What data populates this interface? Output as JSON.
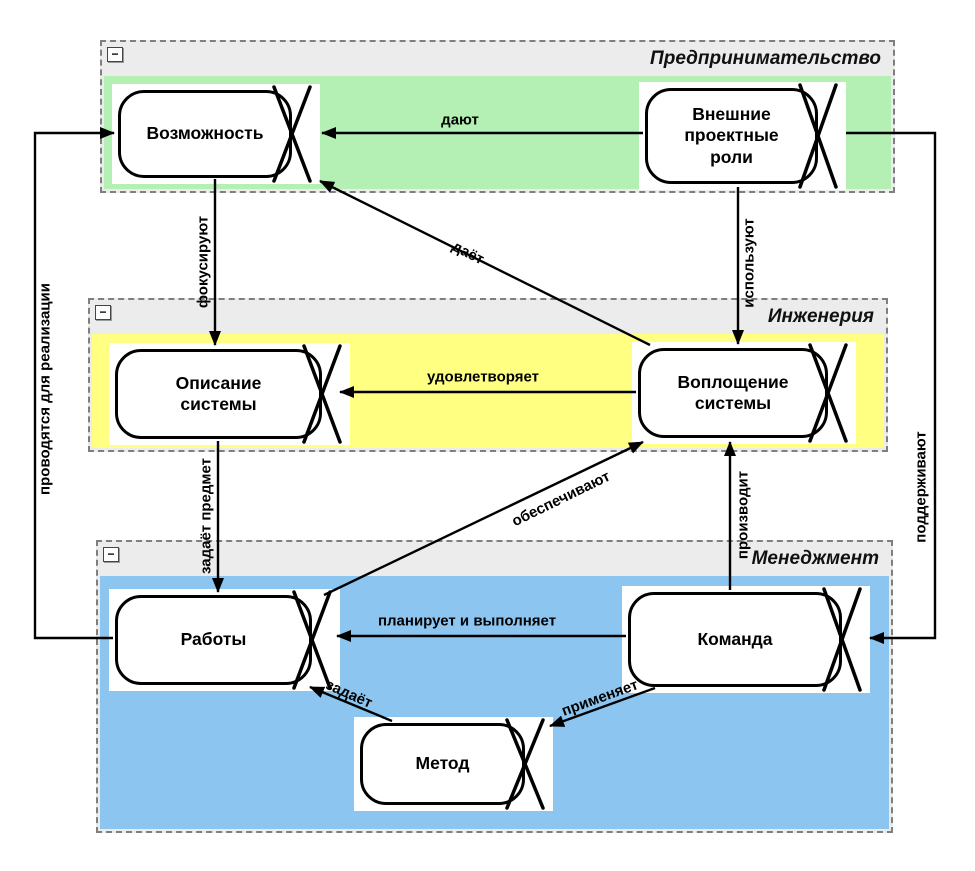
{
  "ui": {
    "collapse_glyph": "−"
  },
  "groups": {
    "entrepreneurship": {
      "title": "Предпринимательство",
      "color": "#b4f0b4"
    },
    "engineering": {
      "title": "Инженерия",
      "color": "#ffff82"
    },
    "management": {
      "title": "Менеджмент",
      "color": "#8cc6f0"
    }
  },
  "nodes": {
    "opportunity": {
      "label": "Возможность"
    },
    "stakeholders": {
      "label": "Внешние проектные роли"
    },
    "description": {
      "label": "Описание системы"
    },
    "embodiment": {
      "label": "Воплощение системы"
    },
    "work": {
      "label": "Работы"
    },
    "team": {
      "label": "Команда"
    },
    "method": {
      "label": "Метод"
    }
  },
  "edges": {
    "give": {
      "label": "дают"
    },
    "focus": {
      "label": "фокусируют"
    },
    "use": {
      "label": "используют"
    },
    "gives": {
      "label": "даёт"
    },
    "satisfies": {
      "label": "удовлетворяет"
    },
    "scopes": {
      "label": "задаёт предмет"
    },
    "provides": {
      "label": "обеспечивают"
    },
    "produces": {
      "label": "производит"
    },
    "plans": {
      "label": "планирует и выполняет"
    },
    "sets": {
      "label": "задаёт"
    },
    "applies": {
      "label": "применяет"
    },
    "realize": {
      "label": "проводятся для реализации"
    },
    "support": {
      "label": "поддерживают"
    }
  }
}
